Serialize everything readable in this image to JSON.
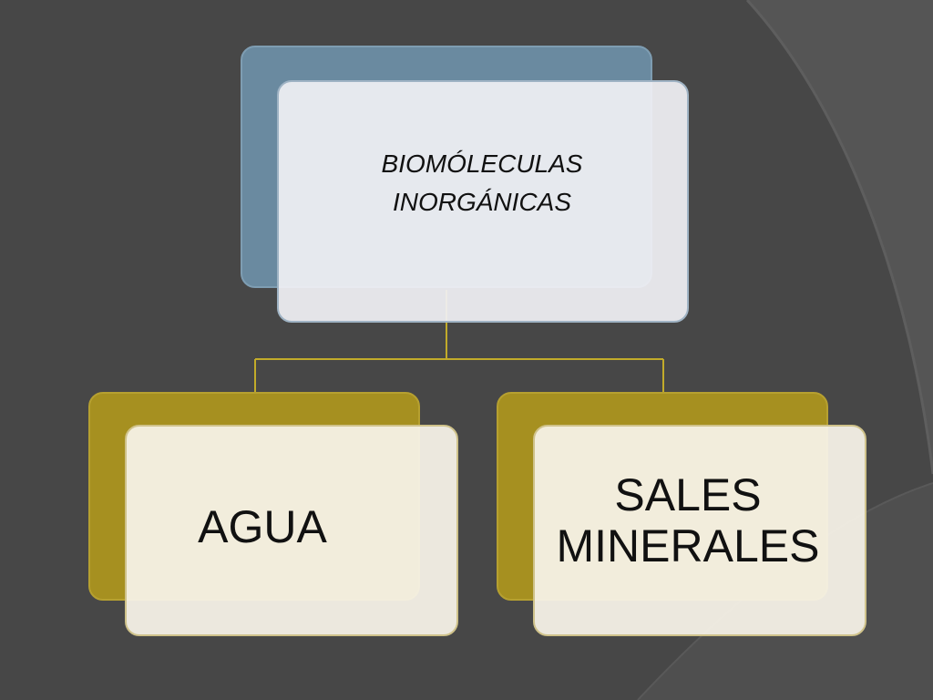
{
  "root": {
    "line1": "BIOMÓLECULAS",
    "line2": "INORGÁNICAS"
  },
  "children": [
    {
      "label": "AGUA"
    },
    {
      "label_line1": "SALES",
      "label_line2": "MINERALES"
    }
  ],
  "colors": {
    "background": "#474747",
    "root_accent": "#6a8aa0",
    "child_accent": "#a69020",
    "connector": "#c2ab2a"
  }
}
